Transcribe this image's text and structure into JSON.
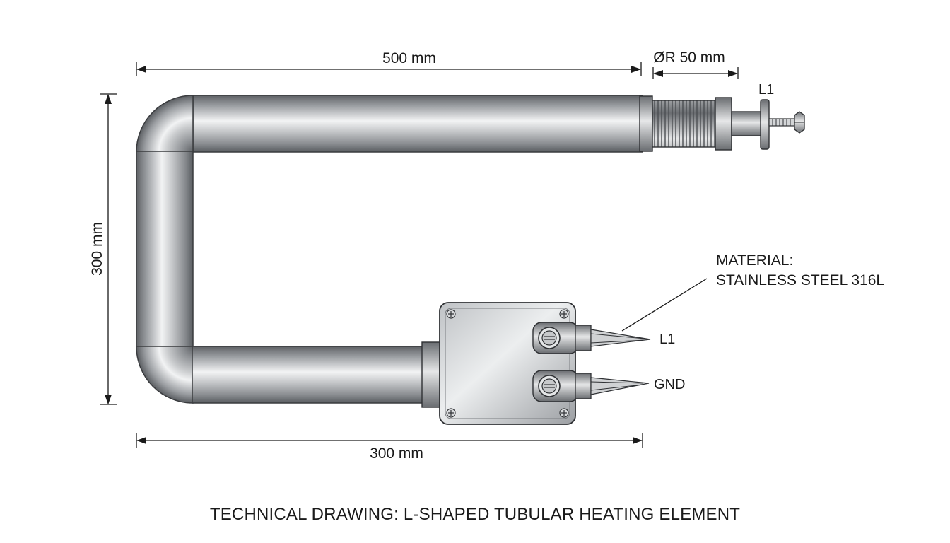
{
  "dimensions": {
    "top_length": "500 mm",
    "diameter": "ØR 50 mm",
    "height": "300 mm",
    "bottom_length": "300 mm"
  },
  "terminals": {
    "top_terminal": "L1",
    "box_terminal_1": "L1",
    "box_terminal_2": "GND"
  },
  "material": {
    "line1": "MATERIAL:",
    "line2": "STAINLESS STEEL 316L"
  },
  "caption": "TECHNICAL DRAWING: L-SHAPED TUBULAR HEATING ELEMENT",
  "colors": {
    "tube_dark": "#6f7276",
    "tube_light": "#f2f3f4",
    "line": "#1a1a1a",
    "background": "#ffffff"
  }
}
